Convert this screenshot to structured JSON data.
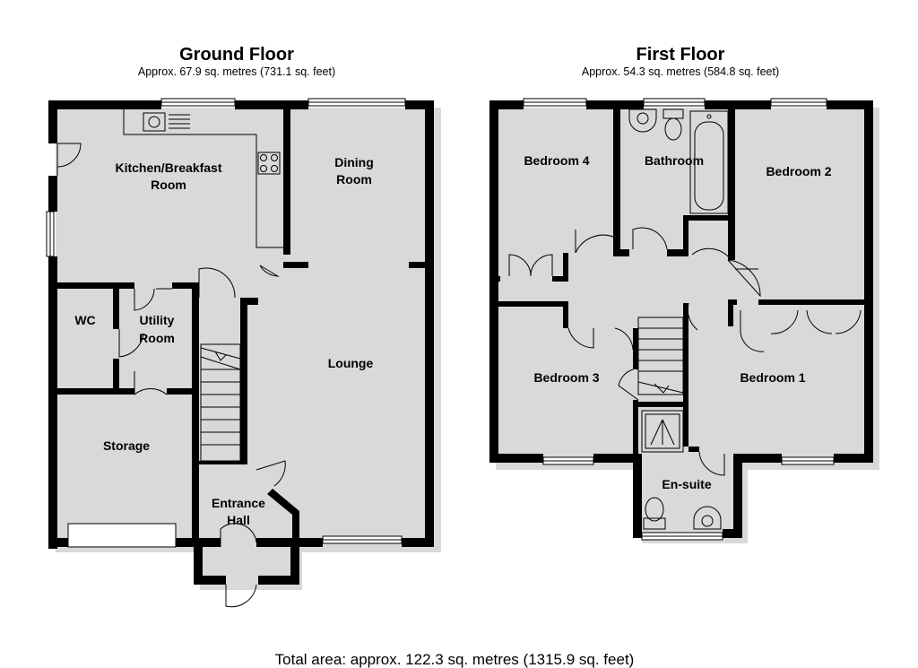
{
  "ground_floor": {
    "title": "Ground Floor",
    "area": "Approx.  67.9 sq. metres (731.1 sq. feet)",
    "rooms": {
      "kitchen_line1": "Kitchen/Breakfast",
      "kitchen_line2": "Room",
      "dining_line1": "Dining",
      "dining_line2": "Room",
      "wc": "WC",
      "utility_line1": "Utility",
      "utility_line2": "Room",
      "lounge": "Lounge",
      "storage": "Storage",
      "hall_line1": "Entrance",
      "hall_line2": "Hall"
    }
  },
  "first_floor": {
    "title": "First Floor",
    "area": "Approx.  54.3 sq. metres (584.8 sq. feet)",
    "rooms": {
      "bedroom4": "Bedroom 4",
      "bathroom": "Bathroom",
      "bedroom2": "Bedroom 2",
      "bedroom3": "Bedroom 3",
      "bedroom1": "Bedroom 1",
      "ensuite": "En-suite"
    }
  },
  "total_area": "Total area: approx. 122.3 sq. metres (1315.9 sq. feet)"
}
